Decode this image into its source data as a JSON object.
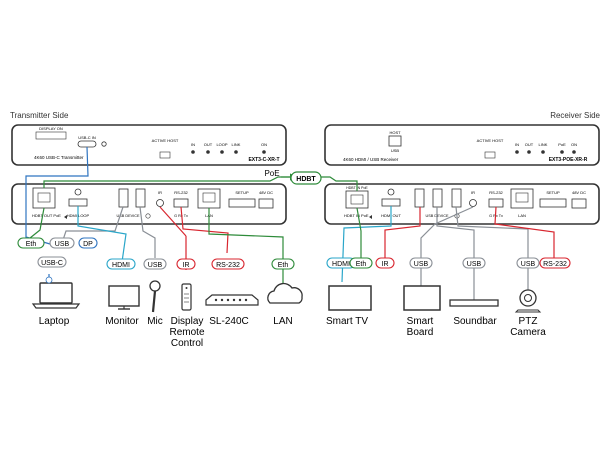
{
  "transmitter": {
    "side_title": "Transmitter Side",
    "front": {
      "display_on": "DISPLAY ON",
      "usb_in": "USB-C IN",
      "model_caption": "4K60 USB-C Transmitter",
      "active_host": "ACTIVE HOST",
      "leds": [
        "IN",
        "OUT",
        "LOOP",
        "LINK",
        "ON"
      ],
      "model": "EXT3-C-XR-T"
    },
    "rear": {
      "hdbt_port": "HDBT OUT PoE",
      "hdmi_loop": "HDMI LOOP",
      "usb_device": "USB DEVICE",
      "ir": "IR",
      "rs232": "RS-232",
      "rs232_pins": "G Rx Tx",
      "lan": "LAN",
      "setup": "SETUP",
      "dc": "48V DC"
    },
    "cable_labels": [
      "Eth",
      "USB",
      "DP",
      "USB-C",
      "HDMI",
      "USB",
      "IR",
      "RS-232",
      "Eth"
    ],
    "devices": [
      "Laptop",
      "Monitor",
      "Mic",
      "Display Remote Control",
      "SL-240C",
      "LAN"
    ]
  },
  "link": {
    "poe": "PoE",
    "hdbt": "HDBT"
  },
  "receiver": {
    "side_title": "Receiver Side",
    "front": {
      "host": "HOST",
      "usb": "USB",
      "model_caption": "4K60 HDMI / USB Receiver",
      "active_host": "ACTIVE HOST",
      "leds": [
        "IN",
        "OUT",
        "LINK",
        "PoE",
        "ON"
      ],
      "model": "EXT3-POE-XR-R"
    },
    "rear": {
      "hdbt_port": "HDBT IN PoE",
      "hdmi_out": "HDMI OUT",
      "usb_device": "USB DEVICE",
      "ir": "IR",
      "rs232": "RS-232",
      "rs232_pins": "G Rx Tx",
      "lan": "LAN",
      "setup": "SETUP",
      "dc": "48V DC"
    },
    "cable_labels": [
      "HDMI",
      "Eth",
      "IR",
      "USB",
      "USB",
      "USB",
      "RS-232"
    ],
    "devices": [
      "Smart TV",
      "Smart Board",
      "Soundbar",
      "PTZ Camera"
    ]
  },
  "colors": {
    "eth": "#2e8b3a",
    "usb": "#8a8f96",
    "dp": "#2f74c0",
    "hdmi": "#2aa6c9",
    "ir": "#d8262f",
    "rs232": "#d8262f",
    "hdbt": "#2e8b3a",
    "device_body": "#333333",
    "chassis": "#333333"
  }
}
